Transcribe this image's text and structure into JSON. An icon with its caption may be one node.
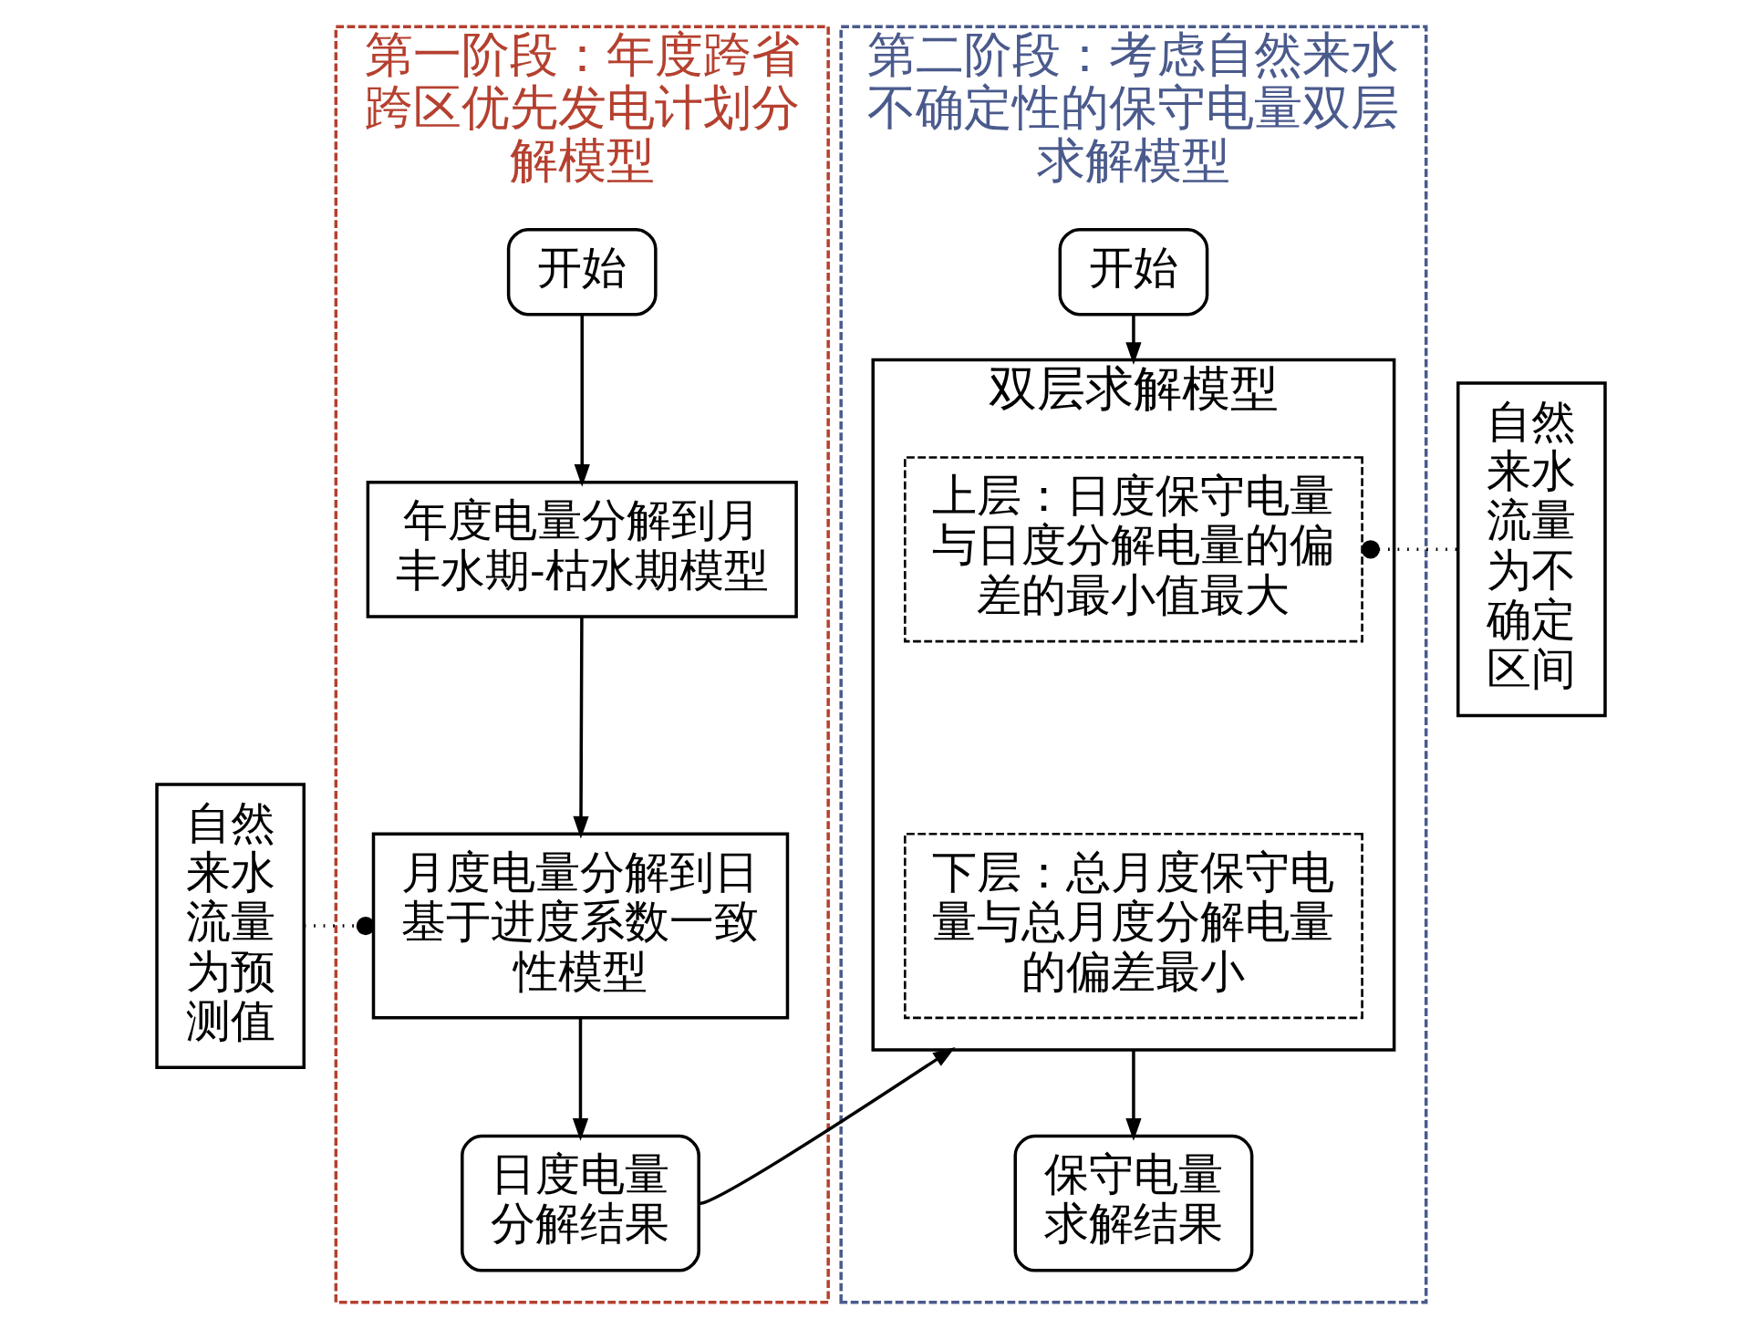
{
  "diagram": {
    "nodes": [
      {
        "text": [
          "第一阶段：年度跨省跨区优先发电计划分解模型"
        ]
      },
      {
        "text": [
          "开始"
        ],
        "in": 0
      },
      {
        "text": [
          "年度电量分解到月丰水期-枯水期模型"
        ],
        "in": 0
      },
      {
        "text": [
          "月度电量分解到日基于进度系数一致性模型"
        ],
        "in": 0
      },
      {
        "text": [
          "日度电量分解结果"
        ],
        "in": 0
      },
      {
        "text": [
          "第二阶段：考虑自然来水不确定性的保守电量双层求解模型"
        ]
      },
      {
        "text": [
          "开始"
        ],
        "in": 5
      },
      {
        "text": [
          "双层求解模型"
        ],
        "in": 5
      },
      {
        "text": [
          "上层：日度保守电量与日度分解电量的偏差的最小值最大"
        ],
        "in": 7
      },
      {
        "text": [
          "下层：总月度保守电量与总月度分解电量的偏差最小"
        ],
        "in": 7
      },
      {
        "text": [
          "保守电量求解结果"
        ],
        "in": 5
      },
      {
        "text": [
          "自然来水流量为预测值"
        ]
      },
      {
        "text": [
          "自然来水流量为不确定区间"
        ]
      }
    ],
    "edges": [
      {
        "from": 1,
        "to": 2,
        "arrow": "to"
      },
      {
        "from": 2,
        "to": 3,
        "arrow": "to"
      },
      {
        "from": 3,
        "to": 4,
        "arrow": "to"
      },
      {
        "from": 4,
        "to": 7,
        "arrow": "to"
      },
      {
        "from": 6,
        "to": 7,
        "arrow": "to"
      },
      {
        "from": 7,
        "to": 10,
        "arrow": "to"
      },
      {
        "from": 11,
        "to": 3,
        "arrow": "other",
        "style": "dashed"
      },
      {
        "from": 12,
        "to": 8,
        "arrow": "other",
        "style": "dashed"
      }
    ]
  }
}
